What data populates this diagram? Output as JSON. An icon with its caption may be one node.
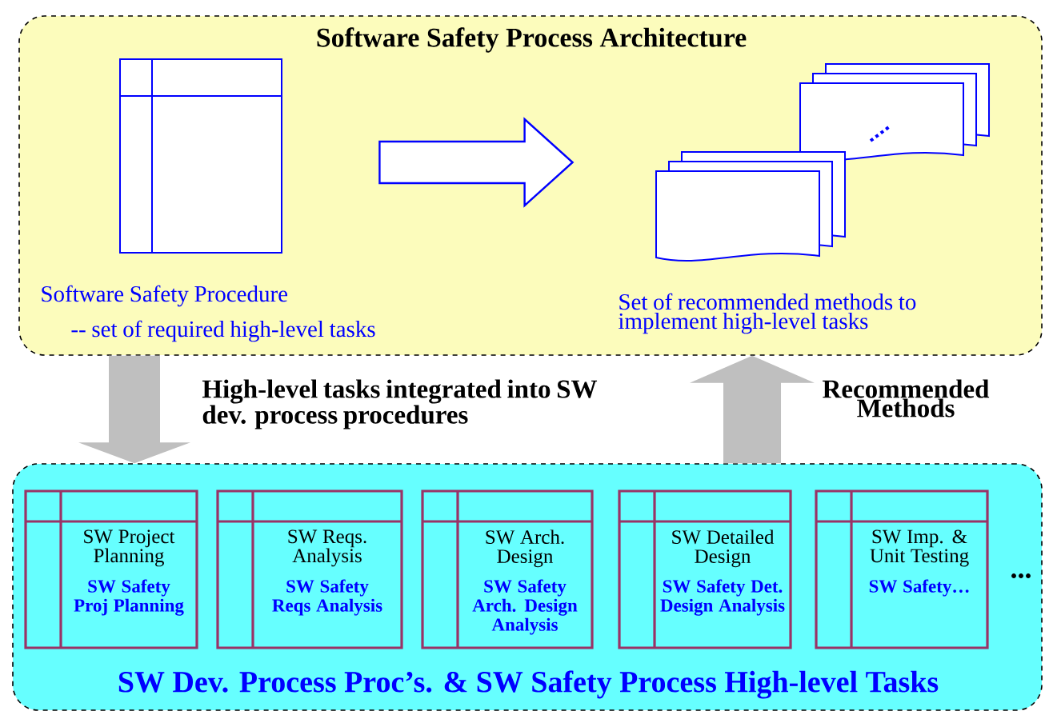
{
  "diagram": {
    "nodes": [
      {
        "text": [
          "Software Safety Process Architecture"
        ]
      },
      {
        "text": [],
        "shape": "box",
        "in": 0,
        "beside": [
          "Software Safety Procedure",
          "-- set of required high-level tasks"
        ]
      },
      {
        "text": [],
        "shape": "picture",
        "in": 0,
        "beside": [
          "Set of recommended methods to implement high-level tasks"
        ]
      },
      {
        "text": [
          "SW Dev. Process Proc’s. & SW Safety Process High-level Tasks"
        ]
      },
      {
        "text": [
          "SW Project Planning",
          "SW Safety Proj Planning"
        ],
        "in": 3
      },
      {
        "text": [
          "SW Reqs. Analysis",
          "SW Safety Reqs Analysis"
        ],
        "in": 3
      },
      {
        "text": [
          "SW Arch. Design",
          "SW Safety Arch. Design Analysis"
        ],
        "in": 3
      },
      {
        "text": [
          "SW Detailed Design",
          "SW Safety Det. Design Analysis"
        ],
        "in": 3
      },
      {
        "text": [
          "SW Imp. & Unit Testing",
          "SW Safety…"
        ],
        "in": 3,
        "beside": [
          "..."
        ]
      }
    ],
    "edges": [
      {
        "from": 1,
        "to": 2,
        "arrow": "to",
        "color": "#0000ff"
      },
      {
        "from": 0,
        "to": 3,
        "arrow": "to",
        "label": "High-level tasks integrated into SW dev. process procedures"
      },
      {
        "from": 3,
        "to": 0,
        "arrow": "to",
        "label": "Recommended Methods"
      }
    ]
  }
}
